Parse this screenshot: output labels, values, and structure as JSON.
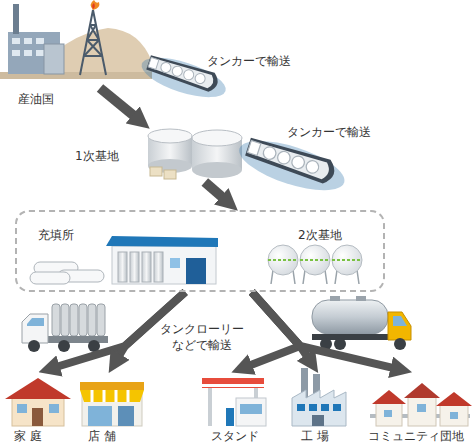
{
  "diagram": {
    "nodes": [
      {
        "text": [
          "産油国"
        ]
      },
      {
        "text": [
          "1次基地"
        ]
      },
      {
        "text": []
      },
      {
        "text": [
          "充填所"
        ],
        "in": 2
      },
      {
        "text": [
          "2次基地"
        ],
        "in": 2
      },
      {
        "text": [
          "家 庭"
        ]
      },
      {
        "text": [
          "店 舗"
        ]
      },
      {
        "text": [
          "スタンド"
        ]
      },
      {
        "text": [
          "工 場"
        ]
      },
      {
        "text": [
          "コミュニティ団地"
        ]
      }
    ],
    "edges": [
      {
        "from": 0,
        "to": 1,
        "arrow": "to"
      },
      {
        "from": 1,
        "to": 2,
        "arrow": "to"
      },
      {
        "from": 2,
        "to": 5,
        "arrow": "to"
      },
      {
        "from": 2,
        "to": 6,
        "arrow": "to"
      },
      {
        "from": 2,
        "to": 7,
        "arrow": "to"
      },
      {
        "from": 2,
        "to": 8,
        "arrow": "to"
      },
      {
        "from": 2,
        "to": 9,
        "arrow": "to"
      }
    ],
    "labels": [
      "タンカーで輸送",
      "タンカーで輸送",
      "タンクローリー などで輸送"
    ]
  }
}
